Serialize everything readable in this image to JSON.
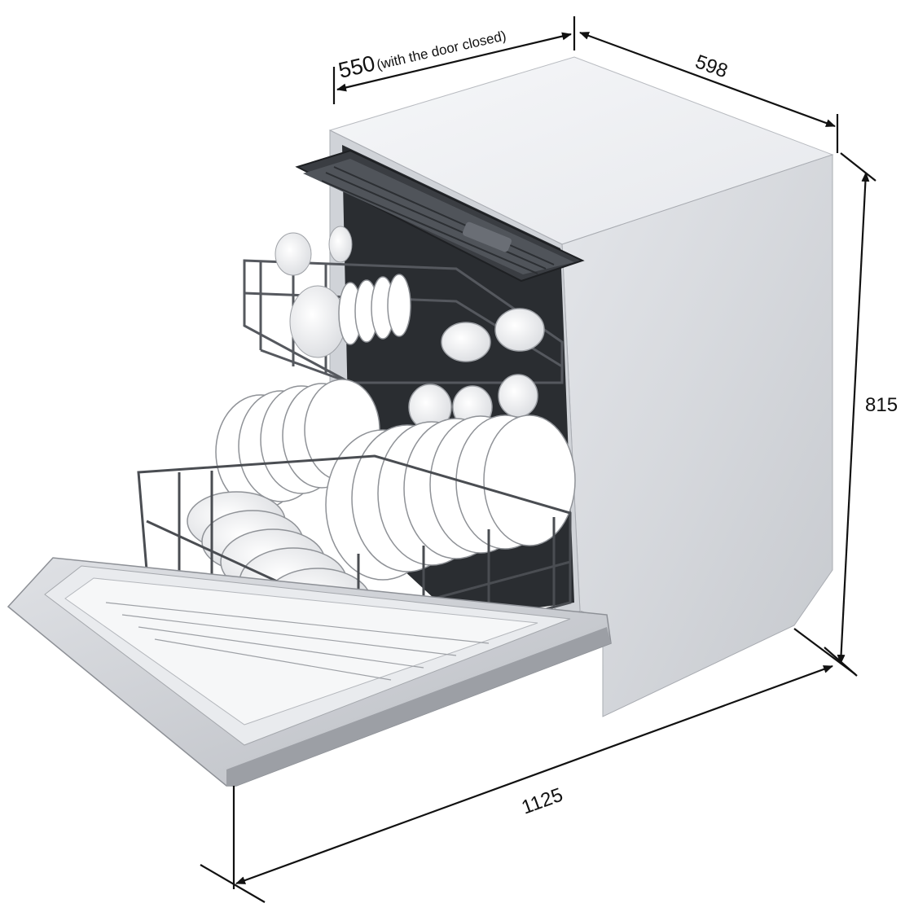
{
  "dimensions": {
    "depth_closed": {
      "value": "550",
      "note": "(with the door closed)"
    },
    "width": {
      "value": "598"
    },
    "height": {
      "value": "815"
    },
    "depth_open": {
      "value": "1125"
    }
  },
  "colors": {
    "background": "#ffffff",
    "line": "#111111",
    "cabinet_top": "#f2f3f5",
    "cabinet_side": "#d6d9de",
    "interior": "#2a2d31",
    "door": "#c9ccd1",
    "dishes": "#ffffff",
    "rack": "#4a4d52"
  },
  "icons": {
    "product": "dishwasher-icon"
  }
}
